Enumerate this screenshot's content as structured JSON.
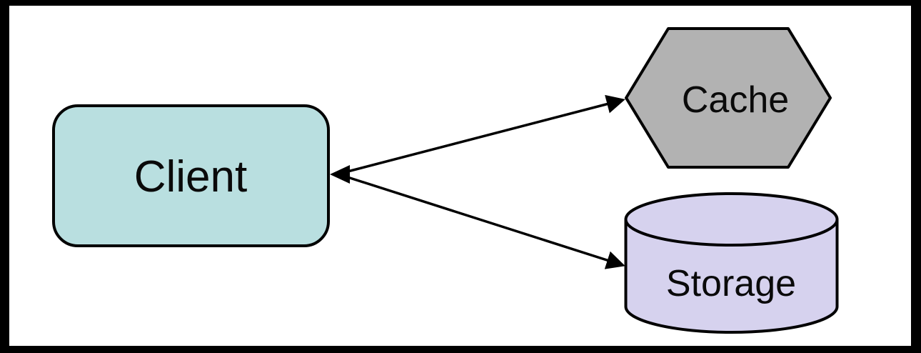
{
  "diagram": {
    "background_color": "#ffffff",
    "frame_color": "#000000",
    "line_color": "#000000",
    "nodes": {
      "client": {
        "label": "Client",
        "shape": "rounded-rectangle",
        "fill": "#b9dfe0",
        "stroke": "#000000"
      },
      "cache": {
        "label": "Cache",
        "shape": "hexagon",
        "fill": "#b2b2b2",
        "stroke": "#000000"
      },
      "storage": {
        "label": "Storage",
        "shape": "cylinder",
        "fill": "#d6d2ee",
        "stroke": "#000000"
      }
    },
    "edges": [
      {
        "endpoints": [
          "client",
          "cache"
        ],
        "arrowheads_at": [
          "client",
          "cache"
        ]
      },
      {
        "endpoints": [
          "client",
          "storage"
        ],
        "arrowheads_at": [
          "storage"
        ]
      }
    ]
  }
}
